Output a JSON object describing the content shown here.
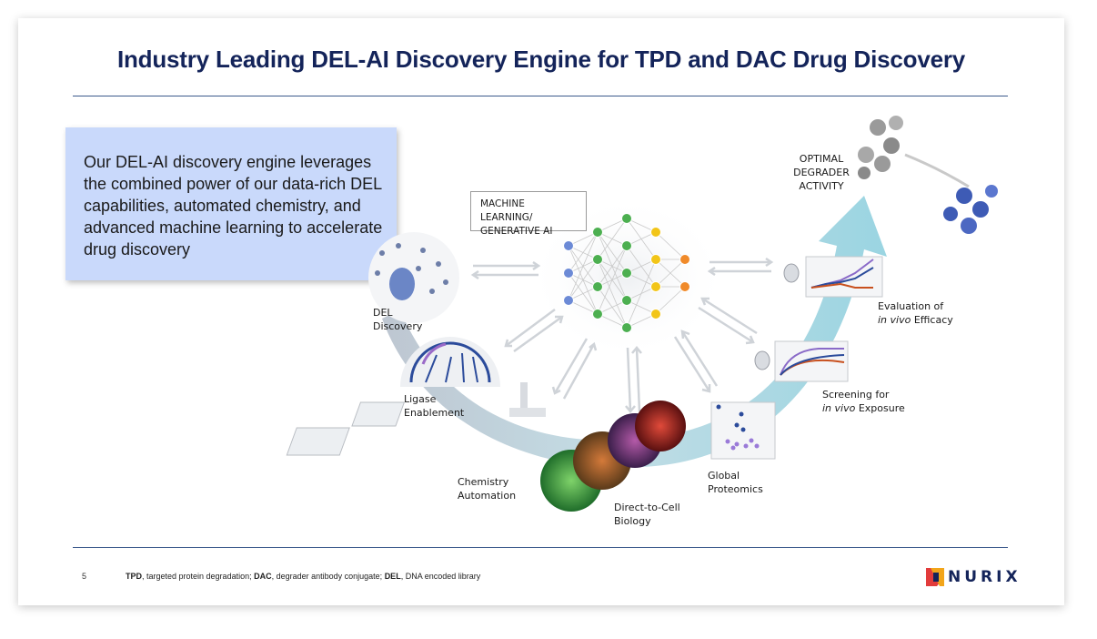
{
  "slide": {
    "title": "Industry Leading DEL-AI Discovery Engine for TPD and DAC Drug Discovery",
    "callout": "Our DEL-AI discovery engine leverages the combined power of our data-rich DEL capabilities, automated chemistry, and advanced machine learning to accelerate drug discovery",
    "page_number": "5",
    "footnote": {
      "tpd_abbr": "TPD",
      "tpd_def": ", targeted protein degradation; ",
      "dac_abbr": "DAC",
      "dac_def": ", degrader antibody conjugate; ",
      "del_abbr": "DEL",
      "del_def": ", DNA encoded library"
    },
    "logo": "NURIX"
  },
  "diagram": {
    "ml_box": {
      "line1": "MACHINE LEARNING/",
      "line2": "GENERATIVE AI"
    },
    "labels": {
      "del_1": "DEL",
      "del_2": "Discovery",
      "ligase_1": "Ligase",
      "ligase_2": "Enablement",
      "chem_1": "Chemistry",
      "chem_2": "Automation",
      "cell_1": "Direct-to-Cell",
      "cell_2": "Biology",
      "prot_1": "Global",
      "prot_2": "Proteomics",
      "screen_1": "Screening for",
      "screen_2_em": "in vivo",
      "screen_2_rest": " Exposure",
      "eval_1": "Evaluation of",
      "eval_2_em": "in vivo",
      "eval_2_rest": " Efficacy",
      "opt_1": "OPTIMAL",
      "opt_2": "DEGRADER",
      "opt_3": "ACTIVITY"
    },
    "colors": {
      "title": "#14245a",
      "callout_bg": "#c9d9fb",
      "input_node": "#6c8ad6",
      "hidden_node": "#4caf50",
      "late_node": "#f2c518",
      "output_node": "#f08a2a",
      "arrow": "#cfd3d8",
      "sweep": "#9ed4df"
    }
  }
}
